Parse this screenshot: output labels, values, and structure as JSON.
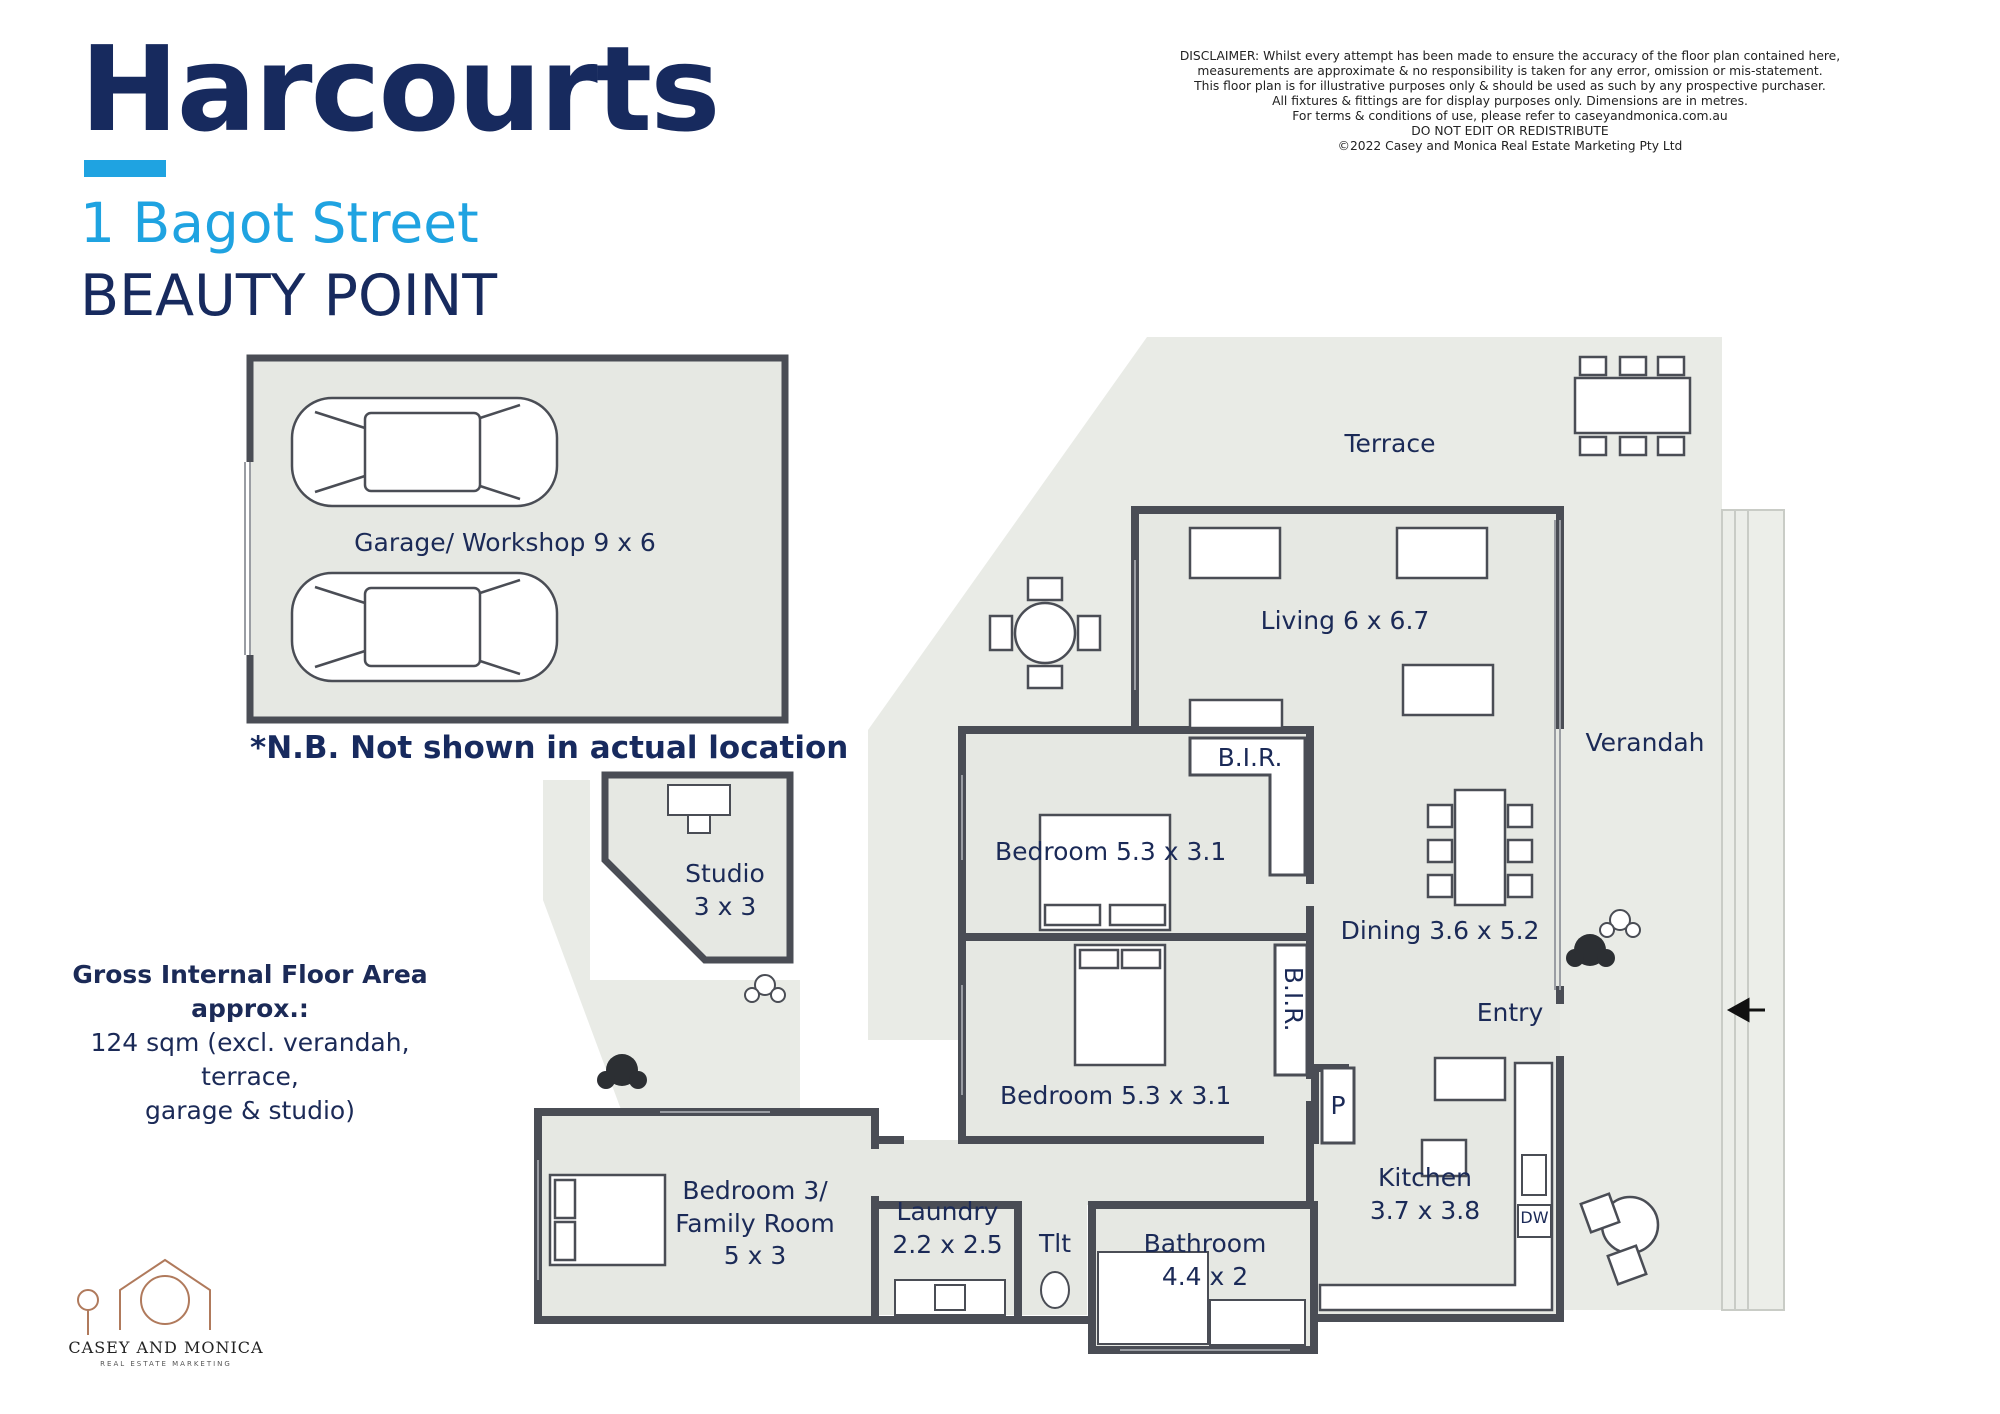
{
  "brand": {
    "name": "Harcourts",
    "accent_color": "#1fa3e1",
    "navy_color": "#172a5e"
  },
  "address": {
    "street": "1 Bagot Street",
    "suburb": "BEAUTY POINT"
  },
  "disclaimer": [
    "DISCLAIMER: Whilst every attempt has been made to ensure the accuracy of the floor plan contained here,",
    "measurements are approximate & no responsibility is taken for any error, omission or mis-statement.",
    "This floor plan is for illustrative purposes only & should be used as such by any prospective purchaser.",
    "All fixtures & fittings are for display purposes only. Dimensions are in metres.",
    "For terms & conditions of use, please refer to caseyandmonica.com.au",
    "DO NOT EDIT OR REDISTRIBUTE",
    "©2022 Casey and Monica Real Estate Marketing Pty Ltd"
  ],
  "rooms": {
    "terrace": "Terrace",
    "garage": "Garage/ Workshop 9 x 6",
    "living": "Living 6 x 6.7",
    "verandah": "Verandah",
    "bir1": "B.I.R.",
    "bedroom1": "Bedroom 5.3 x 3.1",
    "studio_l1": "Studio",
    "studio_l2": "3 x 3",
    "dining": "Dining 3.6 x 5.2",
    "bir2": "B.I.R.",
    "entry": "Entry",
    "bedroom2": "Bedroom 5.3 x 3.1",
    "pantry": "P",
    "kitchen_l1": "Kitchen",
    "kitchen_l2": "3.7 x 3.8",
    "bedroom3_l1": "Bedroom 3/",
    "bedroom3_l2": "Family Room",
    "bedroom3_l3": "5 x 3",
    "laundry_l1": "Laundry",
    "laundry_l2": "2.2 x 2.5",
    "toilet": "Tlt",
    "bathroom_l1": "Bathroom",
    "bathroom_l2": "4.4 x 2",
    "dishwasher": "DW"
  },
  "note": "*N.B. Not shown in actual location",
  "floor_area": {
    "title": "Gross Internal Floor Area approx.:",
    "line1": "124 sqm (excl. verandah, terrace,",
    "line2": "garage & studio)"
  },
  "marketing": {
    "name": "CASEY AND MONICA",
    "tagline": "REAL ESTATE MARKETING"
  },
  "colors": {
    "wall": "#4a4d55",
    "floor": "#e6e8e3",
    "outdoor": "#e9ebe6",
    "text": "#1b2a57"
  }
}
